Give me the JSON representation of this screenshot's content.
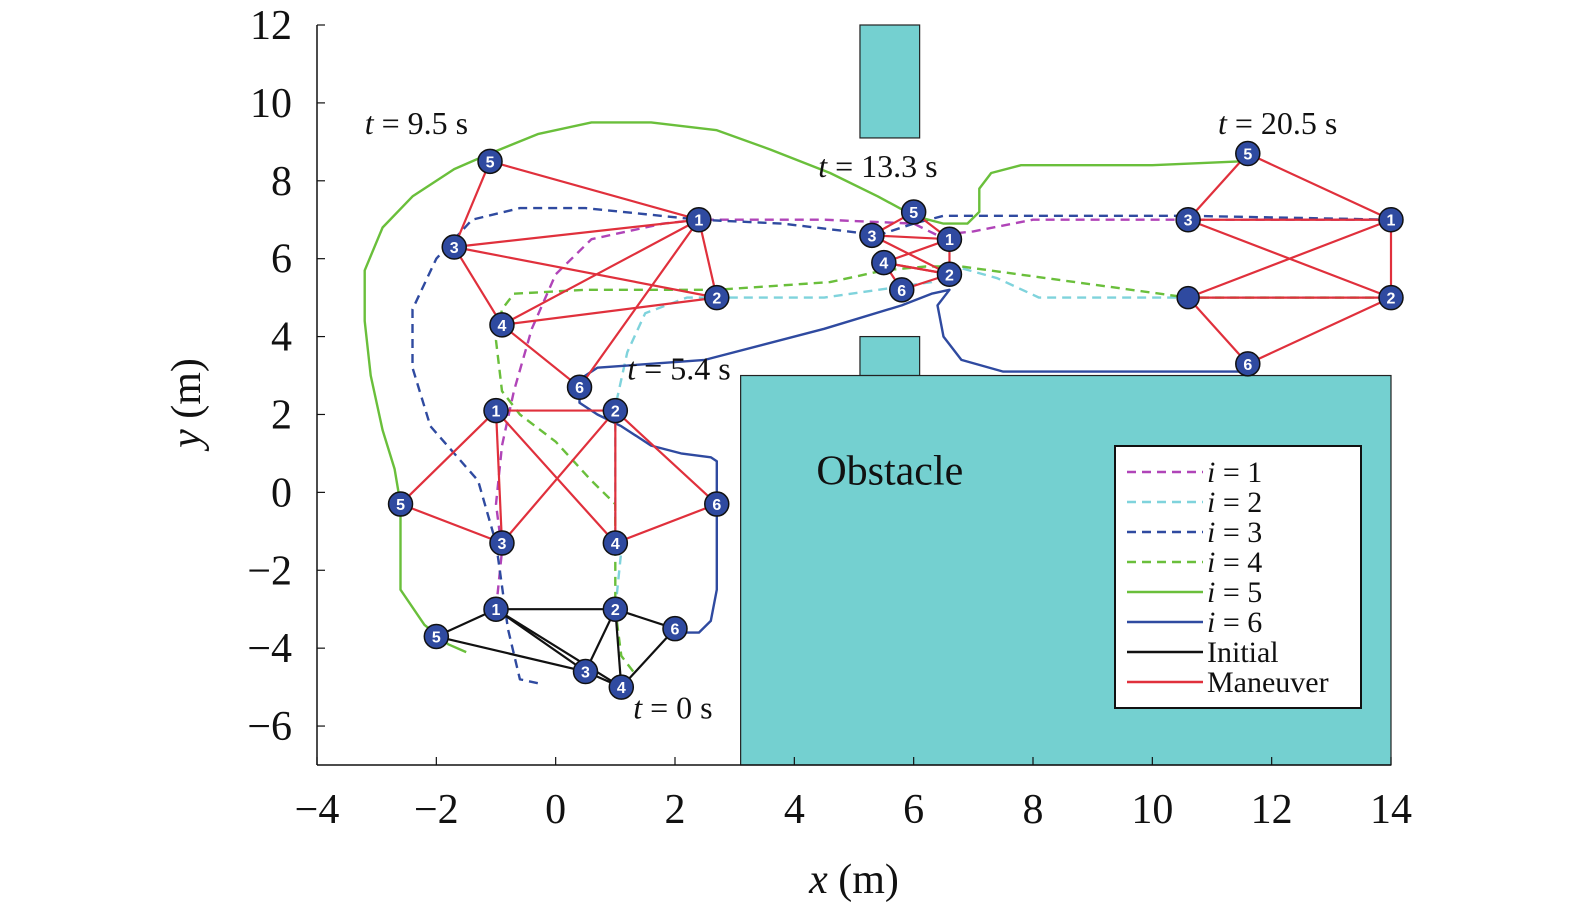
{
  "chart_data": {
    "type": "line",
    "xlabel_var": "x",
    "xlabel_unit": "(m)",
    "ylabel_var": "y",
    "ylabel_unit": "(m)",
    "xlim": [
      -4,
      14
    ],
    "ylim": [
      -7,
      12
    ],
    "xticks": [
      -4,
      -2,
      0,
      2,
      4,
      6,
      8,
      10,
      12,
      14
    ],
    "yticks": [
      -6,
      -4,
      -2,
      0,
      2,
      4,
      6,
      8,
      10,
      12
    ],
    "xtick_labels": [
      "−4",
      "−2",
      "0",
      "2",
      "4",
      "6",
      "8",
      "10",
      "12",
      "14"
    ],
    "ytick_labels": [
      "−6",
      "−4",
      "−2",
      "0",
      "2",
      "4",
      "6",
      "8",
      "10",
      "12"
    ],
    "grid": false,
    "legend_position": "lower-right inside obstacle",
    "obstacle_color": "#74d0d0",
    "obstacles": [
      {
        "x0": 5.1,
        "x1": 6.1,
        "y0": 9.1,
        "y1": 12
      },
      {
        "x0": 5.1,
        "x1": 6.1,
        "y0": 3,
        "y1": 4
      },
      {
        "x0": 3.1,
        "x1": 14,
        "y0": -7,
        "y1": 3
      }
    ],
    "obstacle_label": {
      "text": "Obstacle",
      "x": 5.6,
      "y": 0.2
    },
    "series": [
      {
        "name_var": "i",
        "name_val": " = 1",
        "color": "#b044b8",
        "dash": "dashed",
        "points": [
          [
            -1.0,
            -3.0
          ],
          [
            -0.9,
            -1.5
          ],
          [
            -1.0,
            -0.3
          ],
          [
            -0.9,
            1.2
          ],
          [
            -0.7,
            2.6
          ],
          [
            -0.4,
            4.2
          ],
          [
            0.0,
            5.6
          ],
          [
            0.6,
            6.5
          ],
          [
            1.8,
            6.9
          ],
          [
            2.4,
            7.0
          ],
          [
            4.5,
            7.0
          ],
          [
            6.0,
            6.9
          ],
          [
            6.4,
            6.6
          ],
          [
            7.0,
            6.7
          ],
          [
            8.0,
            7.0
          ],
          [
            14.0,
            7.0
          ]
        ]
      },
      {
        "name_var": "i",
        "name_val": " = 2",
        "color": "#7fd3dc",
        "dash": "dashed",
        "points": [
          [
            1.0,
            -3.0
          ],
          [
            1.1,
            -1.5
          ],
          [
            1.0,
            -1.3
          ],
          [
            1.0,
            0.2
          ],
          [
            1.0,
            2.2
          ],
          [
            1.2,
            3.6
          ],
          [
            1.5,
            4.6
          ],
          [
            2.2,
            5.0
          ],
          [
            2.7,
            5.0
          ],
          [
            4.5,
            5.0
          ],
          [
            6.3,
            5.4
          ],
          [
            6.7,
            5.8
          ],
          [
            7.4,
            5.5
          ],
          [
            8.1,
            5.0
          ],
          [
            14.0,
            5.0
          ]
        ]
      },
      {
        "name_var": "i",
        "name_val": " = 3",
        "color": "#2f4aa0",
        "dash": "dashed",
        "points": [
          [
            -0.3,
            -4.9
          ],
          [
            -0.6,
            -4.8
          ],
          [
            -0.8,
            -3.5
          ],
          [
            -1.0,
            -1.3
          ],
          [
            -1.3,
            0.3
          ],
          [
            -2.1,
            1.7
          ],
          [
            -2.4,
            3.2
          ],
          [
            -2.4,
            4.7
          ],
          [
            -2.0,
            6.0
          ],
          [
            -1.4,
            7.0
          ],
          [
            -0.6,
            7.3
          ],
          [
            0.5,
            7.3
          ],
          [
            2.4,
            7.0
          ],
          [
            3.8,
            6.9
          ],
          [
            4.9,
            6.7
          ],
          [
            5.4,
            6.6
          ],
          [
            6.0,
            6.9
          ],
          [
            6.5,
            7.1
          ],
          [
            10.6,
            7.1
          ],
          [
            14.0,
            7.0
          ]
        ]
      },
      {
        "name_var": "i",
        "name_val": " = 4",
        "color": "#6abf3b",
        "dash": "dashed",
        "points": [
          [
            1.3,
            -4.6
          ],
          [
            1.1,
            -4.2
          ],
          [
            1.0,
            -3.0
          ],
          [
            1.0,
            -0.3
          ],
          [
            0.6,
            0.3
          ],
          [
            0.0,
            1.3
          ],
          [
            -0.6,
            2.0
          ],
          [
            -0.9,
            2.6
          ],
          [
            -1.0,
            3.9
          ],
          [
            -0.9,
            4.7
          ],
          [
            -0.7,
            5.1
          ],
          [
            0.5,
            5.2
          ],
          [
            2.7,
            5.2
          ],
          [
            4.6,
            5.4
          ],
          [
            5.5,
            5.7
          ],
          [
            6.2,
            5.8
          ],
          [
            6.8,
            5.8
          ],
          [
            10.6,
            5.0
          ],
          [
            14.0,
            5.0
          ]
        ]
      },
      {
        "name_var": "i",
        "name_val": " = 5",
        "color": "#6abf3b",
        "dash": "solid",
        "points": [
          [
            -1.5,
            -4.1
          ],
          [
            -1.8,
            -3.9
          ],
          [
            -2.2,
            -3.4
          ],
          [
            -2.6,
            -2.5
          ],
          [
            -2.6,
            -0.3
          ],
          [
            -2.7,
            0.6
          ],
          [
            -2.9,
            1.6
          ],
          [
            -3.1,
            3.0
          ],
          [
            -3.2,
            4.4
          ],
          [
            -3.2,
            5.7
          ],
          [
            -2.9,
            6.8
          ],
          [
            -2.4,
            7.6
          ],
          [
            -1.7,
            8.3
          ],
          [
            -1.1,
            8.7
          ],
          [
            -0.3,
            9.2
          ],
          [
            0.6,
            9.5
          ],
          [
            1.6,
            9.5
          ],
          [
            2.7,
            9.3
          ],
          [
            3.6,
            8.8
          ],
          [
            4.6,
            8.2
          ],
          [
            5.4,
            7.6
          ],
          [
            6.0,
            7.1
          ],
          [
            6.5,
            6.9
          ],
          [
            6.9,
            6.9
          ],
          [
            7.1,
            7.2
          ],
          [
            7.1,
            7.8
          ],
          [
            7.3,
            8.2
          ],
          [
            7.8,
            8.4
          ],
          [
            8.5,
            8.4
          ],
          [
            10.0,
            8.4
          ],
          [
            11.5,
            8.5
          ]
        ]
      },
      {
        "name_var": "i",
        "name_val": " = 6",
        "color": "#2f4aa0",
        "dash": "solid",
        "points": [
          [
            2.1,
            -3.6
          ],
          [
            2.4,
            -3.6
          ],
          [
            2.6,
            -3.3
          ],
          [
            2.7,
            -2.5
          ],
          [
            2.7,
            -1.2
          ],
          [
            2.7,
            0.0
          ],
          [
            2.7,
            0.8
          ],
          [
            2.6,
            0.9
          ],
          [
            2.1,
            1.0
          ],
          [
            1.6,
            1.2
          ],
          [
            1.1,
            1.7
          ],
          [
            0.7,
            2.0
          ],
          [
            0.4,
            2.3
          ],
          [
            0.4,
            2.9
          ],
          [
            0.7,
            3.2
          ],
          [
            2.5,
            3.4
          ],
          [
            4.5,
            4.2
          ],
          [
            5.8,
            4.8
          ],
          [
            6.3,
            5.1
          ],
          [
            6.6,
            5.2
          ],
          [
            6.4,
            4.8
          ],
          [
            6.5,
            4.0
          ],
          [
            6.8,
            3.4
          ],
          [
            7.5,
            3.1
          ],
          [
            10.0,
            3.1
          ],
          [
            11.6,
            3.1
          ]
        ]
      }
    ],
    "formations": [
      {
        "kind": "initial",
        "color": "#111111",
        "nodes": [
          {
            "id": "1",
            "x": -1.0,
            "y": -3.0
          },
          {
            "id": "2",
            "x": 1.0,
            "y": -3.0
          },
          {
            "id": "3",
            "x": 0.5,
            "y": -4.6
          },
          {
            "id": "4",
            "x": 1.1,
            "y": -5.0
          },
          {
            "id": "5",
            "x": -2.0,
            "y": -3.7
          },
          {
            "id": "6",
            "x": 2.0,
            "y": -3.5
          }
        ],
        "edges": [
          [
            "1",
            "2"
          ],
          [
            "1",
            "3"
          ],
          [
            "1",
            "4"
          ],
          [
            "1",
            "5"
          ],
          [
            "2",
            "3"
          ],
          [
            "2",
            "4"
          ],
          [
            "2",
            "6"
          ],
          [
            "3",
            "4"
          ],
          [
            "3",
            "5"
          ],
          [
            "4",
            "6"
          ]
        ]
      },
      {
        "kind": "maneuver",
        "color": "#e0303c",
        "nodes": [
          {
            "id": "1",
            "x": -1.0,
            "y": 2.1
          },
          {
            "id": "2",
            "x": 1.0,
            "y": 2.1
          },
          {
            "id": "3",
            "x": -0.9,
            "y": -1.3
          },
          {
            "id": "4",
            "x": 1.0,
            "y": -1.3
          },
          {
            "id": "5",
            "x": -2.6,
            "y": -0.3
          },
          {
            "id": "6",
            "x": 2.7,
            "y": -0.3
          }
        ],
        "edges": [
          [
            "1",
            "2"
          ],
          [
            "1",
            "3"
          ],
          [
            "1",
            "4"
          ],
          [
            "1",
            "5"
          ],
          [
            "2",
            "3"
          ],
          [
            "2",
            "4"
          ],
          [
            "2",
            "6"
          ],
          [
            "3",
            "5"
          ],
          [
            "4",
            "6"
          ]
        ]
      },
      {
        "kind": "maneuver",
        "color": "#e0303c",
        "nodes": [
          {
            "id": "1",
            "x": 2.4,
            "y": 7.0
          },
          {
            "id": "2",
            "x": 2.7,
            "y": 5.0
          },
          {
            "id": "3",
            "x": -1.7,
            "y": 6.3
          },
          {
            "id": "4",
            "x": -0.9,
            "y": 4.3
          },
          {
            "id": "5",
            "x": -1.1,
            "y": 8.5
          },
          {
            "id": "6",
            "x": 0.4,
            "y": 2.7
          }
        ],
        "edges": [
          [
            "1",
            "2"
          ],
          [
            "1",
            "3"
          ],
          [
            "1",
            "4"
          ],
          [
            "1",
            "5"
          ],
          [
            "1",
            "6"
          ],
          [
            "2",
            "3"
          ],
          [
            "2",
            "4"
          ],
          [
            "3",
            "5"
          ],
          [
            "3",
            "4"
          ],
          [
            "4",
            "6"
          ]
        ]
      },
      {
        "kind": "maneuver",
        "color": "#e0303c",
        "nodes": [
          {
            "id": "1",
            "x": 6.6,
            "y": 6.5
          },
          {
            "id": "2",
            "x": 6.6,
            "y": 5.6
          },
          {
            "id": "3",
            "x": 5.3,
            "y": 6.6
          },
          {
            "id": "4",
            "x": 5.5,
            "y": 5.9
          },
          {
            "id": "5",
            "x": 6.0,
            "y": 7.2
          },
          {
            "id": "6",
            "x": 5.8,
            "y": 5.2
          }
        ],
        "edges": [
          [
            "1",
            "2"
          ],
          [
            "1",
            "3"
          ],
          [
            "1",
            "4"
          ],
          [
            "1",
            "5"
          ],
          [
            "2",
            "3"
          ],
          [
            "2",
            "4"
          ],
          [
            "2",
            "6"
          ],
          [
            "3",
            "5"
          ],
          [
            "4",
            "6"
          ],
          [
            "4",
            "2"
          ]
        ]
      },
      {
        "kind": "maneuver",
        "color": "#e0303c",
        "nodes": [
          {
            "id": "1",
            "x": 14.0,
            "y": 7.0
          },
          {
            "id": "2",
            "x": 14.0,
            "y": 5.0
          },
          {
            "id": "3",
            "x": 10.6,
            "y": 7.0
          },
          {
            "id": "4",
            "x": 10.6,
            "y": 5.0
          },
          {
            "id": "5",
            "x": 11.6,
            "y": 8.7
          },
          {
            "id": "6",
            "x": 11.6,
            "y": 3.3
          }
        ],
        "edges": [
          [
            "1",
            "2"
          ],
          [
            "1",
            "3"
          ],
          [
            "1",
            "4"
          ],
          [
            "1",
            "5"
          ],
          [
            "2",
            "3"
          ],
          [
            "2",
            "4"
          ],
          [
            "2",
            "6"
          ],
          [
            "3",
            "5"
          ],
          [
            "4",
            "6"
          ]
        ],
        "hide_label": [
          "4"
        ]
      }
    ],
    "annotations": [
      {
        "var": "t",
        "val": " = 0 s",
        "x": 1.3,
        "y": -5.8
      },
      {
        "var": "t",
        "val": " = 5.4 s",
        "x": 1.2,
        "y": 2.9
      },
      {
        "var": "t",
        "val": " = 9.5 s",
        "x": -3.2,
        "y": 9.2
      },
      {
        "var": "t",
        "val": " = 13.3 s",
        "x": 4.4,
        "y": 8.1
      },
      {
        "var": "t",
        "val": " = 20.5 s",
        "x": 11.1,
        "y": 9.2
      }
    ],
    "legend": [
      {
        "var": "i",
        "val": " = 1",
        "color": "#b044b8",
        "dash": "dashed"
      },
      {
        "var": "i",
        "val": " = 2",
        "color": "#7fd3dc",
        "dash": "dashed"
      },
      {
        "var": "i",
        "val": " = 3",
        "color": "#2f4aa0",
        "dash": "dashed"
      },
      {
        "var": "i",
        "val": " = 4",
        "color": "#6abf3b",
        "dash": "dashed"
      },
      {
        "var": "i",
        "val": " = 5",
        "color": "#6abf3b",
        "dash": "solid"
      },
      {
        "var": "i",
        "val": " = 6",
        "color": "#2f4aa0",
        "dash": "solid"
      },
      {
        "var": "",
        "val": "Initial",
        "color": "#111111",
        "dash": "solid"
      },
      {
        "var": "",
        "val": "Maneuver",
        "color": "#e0303c",
        "dash": "solid"
      }
    ],
    "node_color": "#2f4aa0"
  }
}
